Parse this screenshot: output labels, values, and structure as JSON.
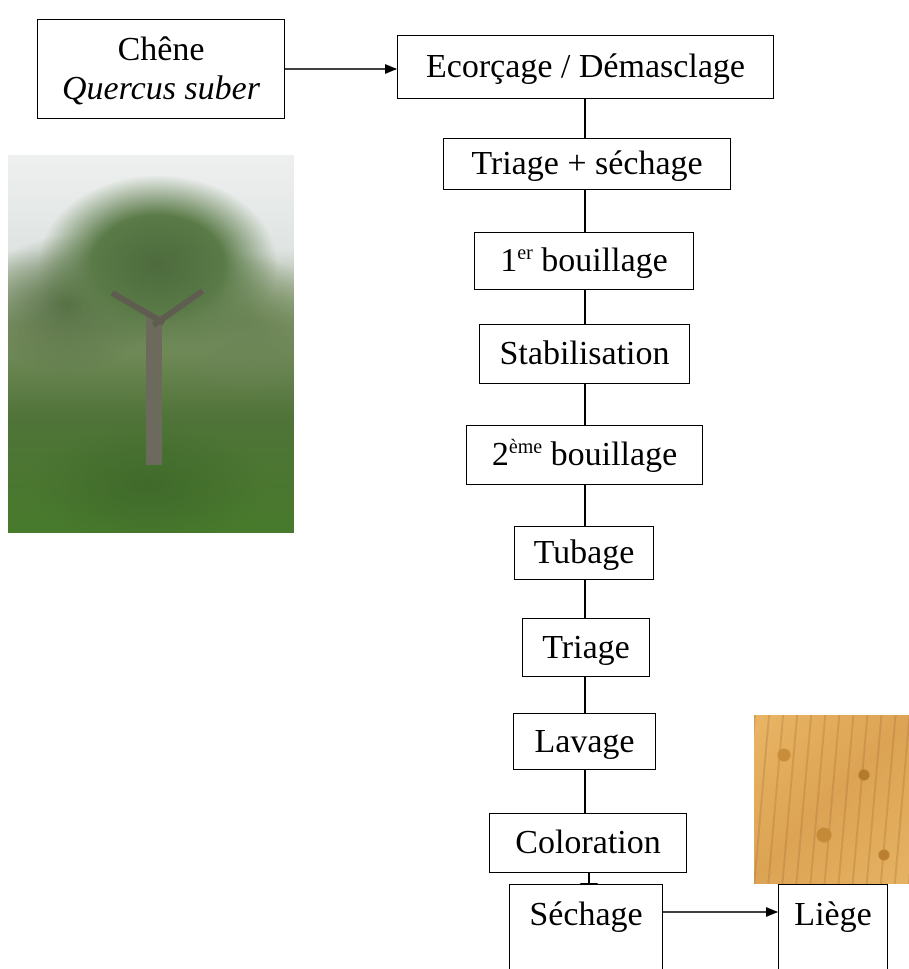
{
  "source": {
    "name": "Chêne",
    "species": "Quercus suber"
  },
  "steps": [
    {
      "label": "Ecorçage / Démasclage"
    },
    {
      "label": "Triage + séchage"
    },
    {
      "prefix": "1",
      "sup": "er",
      "suffix": " bouillage"
    },
    {
      "label": "Stabilisation"
    },
    {
      "prefix": "2",
      "sup": "ème",
      "suffix": " bouillage"
    },
    {
      "label": "Tubage"
    },
    {
      "label": "Triage"
    },
    {
      "label": "Lavage"
    },
    {
      "label": "Coloration"
    },
    {
      "label": "Séchage"
    }
  ],
  "product": {
    "label": "Liège"
  }
}
